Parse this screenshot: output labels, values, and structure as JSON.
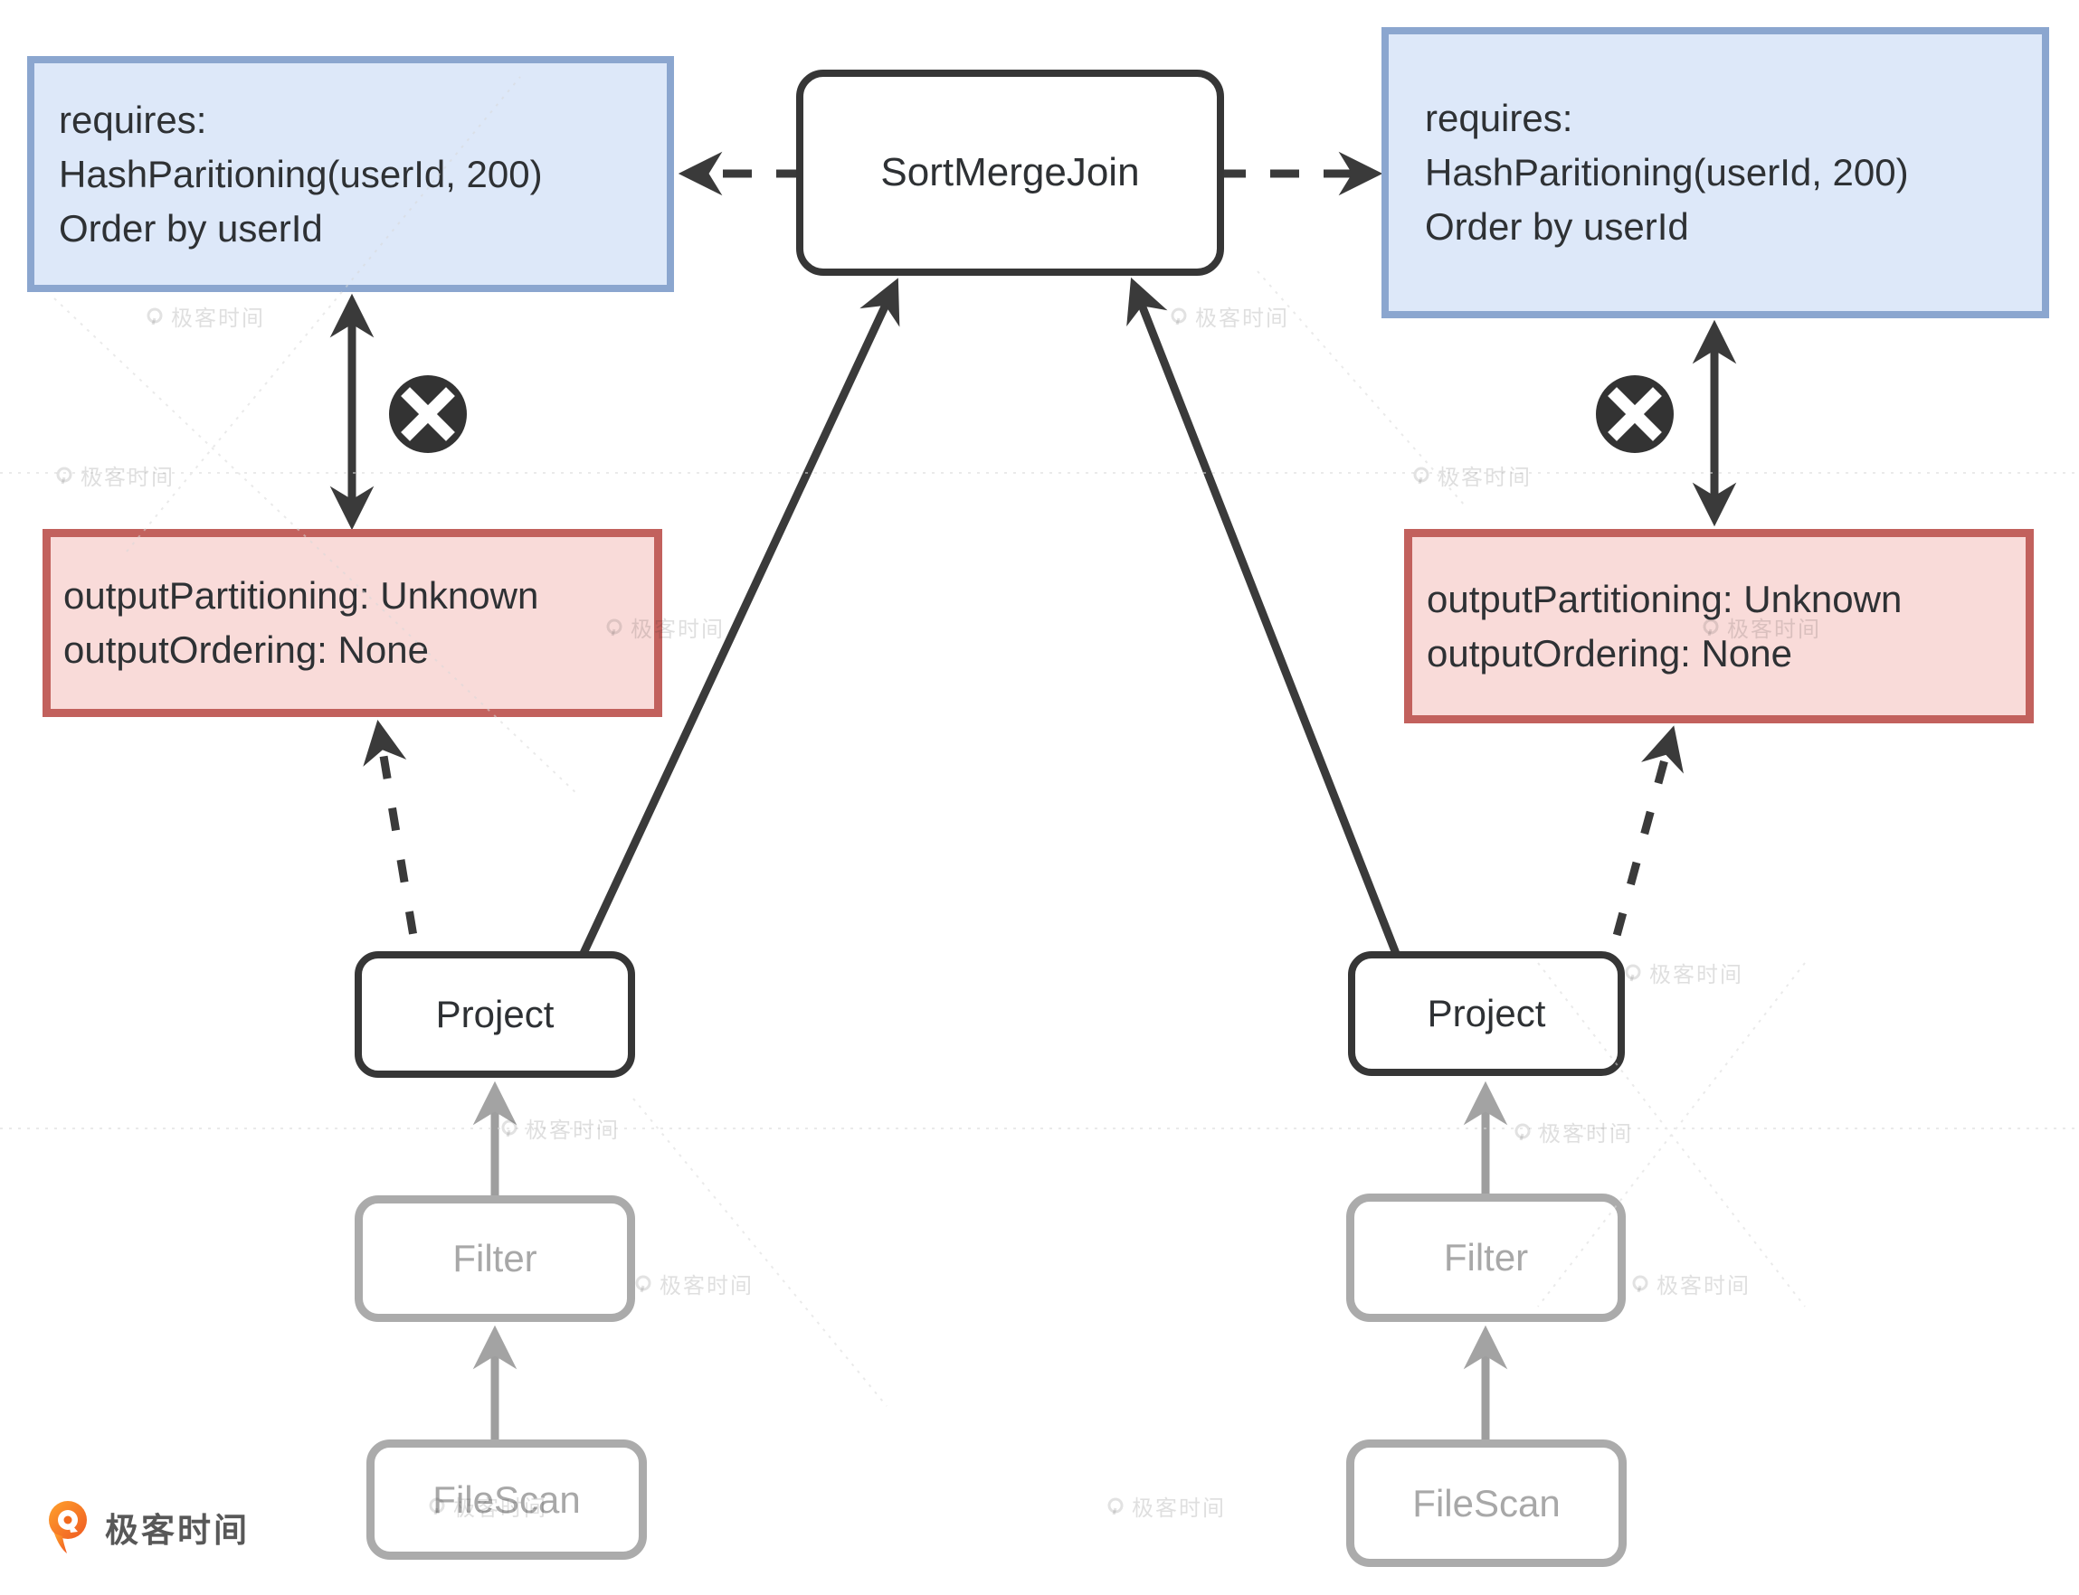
{
  "watermark": {
    "label": "极客时间"
  },
  "footer": {
    "brand": "极客时间"
  },
  "colors": {
    "requirement_fill": "#dde8f9",
    "requirement_border": "#8ba6cf",
    "output_fill": "#f9dbd9",
    "output_border": "#c2615d",
    "node_border": "#363636",
    "node_text": "#2e3134",
    "muted_border": "#ababab",
    "muted_text": "#a8a8a8",
    "line_dark": "#3a3a3a",
    "line_gray": "#9e9e9e",
    "badge_bg": "#333333",
    "badge_x": "#ffffff",
    "brand_orange": "#f26a1d"
  },
  "diagram": {
    "join": {
      "label": "SortMergeJoin"
    },
    "left": {
      "requirement": {
        "line1": "requires:",
        "line2": "HashParitioning(userId, 200)",
        "line3": "Order by userId"
      },
      "output": {
        "line1": "outputPartitioning: Unknown",
        "line2": "outputOrdering: None"
      },
      "project_label": "Project",
      "filter_label": "Filter",
      "filescan_label": "FileScan"
    },
    "right": {
      "requirement": {
        "line1": "requires:",
        "line2": "HashParitioning(userId, 200)",
        "line3": "Order by userId"
      },
      "output": {
        "line1": "outputPartitioning: Unknown",
        "line2": "outputOrdering: None"
      },
      "project_label": "Project",
      "filter_label": "Filter",
      "filescan_label": "FileScan"
    }
  }
}
